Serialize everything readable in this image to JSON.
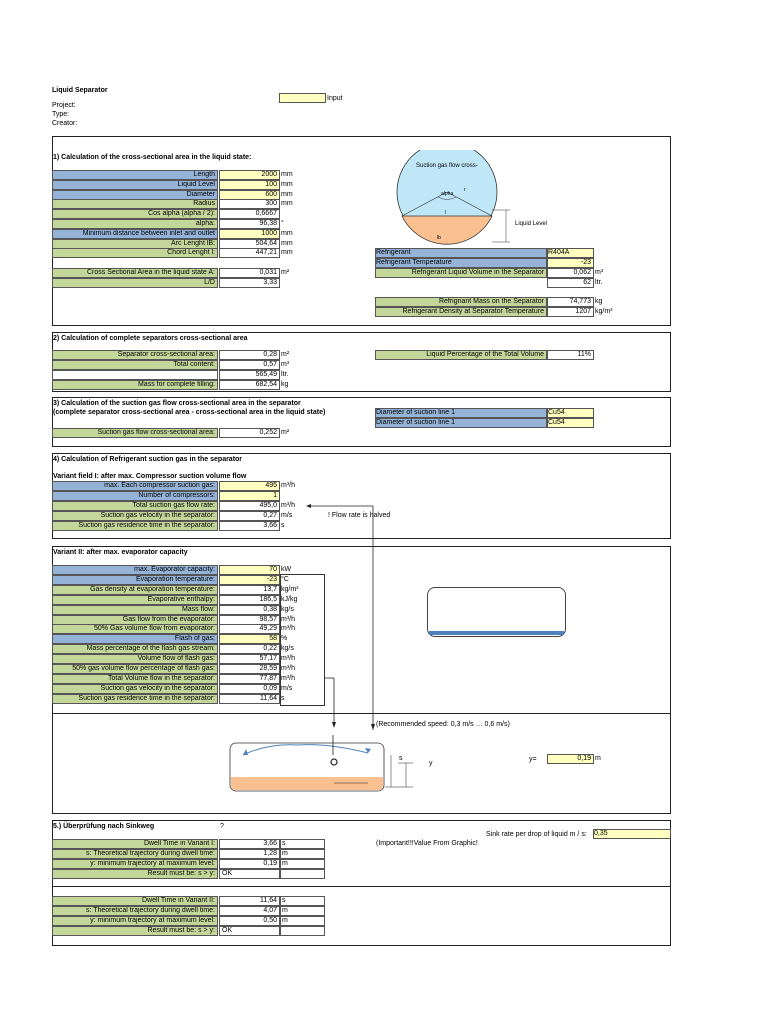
{
  "header": {
    "title": "Liquid Separator",
    "project": "Project:",
    "type": "Type:",
    "creator": "Creator:",
    "input_legend": "Input"
  },
  "s1": {
    "title": "1) Calculation of the cross-sectional area in the liquid state:",
    "rows": [
      {
        "label": "Length",
        "value": "2000",
        "unit": "mm"
      },
      {
        "label": "Liquid Level",
        "value": "100",
        "unit": "mm"
      },
      {
        "label": "Diameter",
        "value": "600",
        "unit": "mm"
      },
      {
        "label": "Radius",
        "value": "300",
        "unit": "mm"
      },
      {
        "label": "Cos alpha (alpha / 2):",
        "value": "0,6667",
        "unit": ""
      },
      {
        "label": "alpha:",
        "value": "96,38",
        "unit": "°"
      },
      {
        "label": "Minimum distance between inlet and outlet",
        "value": "1000",
        "unit": "mm"
      },
      {
        "label": "Arc Lenght lB:",
        "value": "504,64",
        "unit": "mm"
      },
      {
        "label": "Chord Lenght l:",
        "value": "447,21",
        "unit": "mm"
      },
      {
        "label": "Cross Sectional Area in the liquid state A:",
        "value": "0,031",
        "unit": "m²"
      },
      {
        "label": "L/D",
        "value": "3,33",
        "unit": ""
      }
    ],
    "diagram_title": "Suction gas flow cross-",
    "diagram_alpha": "alpha",
    "diagram_r": "r",
    "diagram_l": "l",
    "diagram_lb": "lb",
    "diagram_level": "Liquid Level",
    "refrigerant_label": "Refrigerant",
    "refrigerant_value": "R404A",
    "temp_label": "Refrigerant Temperature",
    "temp_value": "-23",
    "liq_vol_label": "Refrigerant Liquid Volume in the Separator",
    "liq_vol_m3": "0,062",
    "liq_vol_m3_unit": "m³",
    "liq_vol_ltr": "62",
    "liq_vol_ltr_unit": "ltr.",
    "mass_label": "Refrignant Mass on the Separator",
    "mass_value": "74,773",
    "mass_unit": "kg",
    "density_label": "Refrigerant Density at Separator Temperature",
    "density_value": "1207",
    "density_unit": "kg/m³"
  },
  "s2": {
    "title": "2) Calculation of complete separators cross-sectional area",
    "rows": [
      {
        "label": "Separator cross-sectional area:",
        "value": "0,28",
        "unit": "m²"
      },
      {
        "label": "Total content:",
        "value": "0,57",
        "unit": "m³"
      },
      {
        "label": "",
        "value": "565,49",
        "unit": "ltr."
      },
      {
        "label": "Mass for complete filling:",
        "value": "682,54",
        "unit": "kg"
      }
    ],
    "pct_label": "Liquid Percentage of the Total Volume",
    "pct_value": "11%"
  },
  "s3": {
    "title1": "3) Calculation of the suction gas flow cross-sectional area in the separator",
    "title2": "(complete separator cross-sectional area - cross-sectional area in the liquid state)",
    "row": {
      "label": "Suction gas flow cross-sectional area:",
      "value": "0,252",
      "unit": "m²"
    },
    "line1_label": "Diameter of suction line 1",
    "line1_value": "Cu54",
    "line2_label": "Diameter of suction line 1",
    "line2_value": "Cu54"
  },
  "s4": {
    "title": "4) Calculation of Refrigerant suction gas in the separator",
    "subtitle": "Variant field I: after max. Compressor suction volume flow",
    "rows": [
      {
        "label": "max. Each compressor suction gas:",
        "value": "495",
        "unit": "m³/h"
      },
      {
        "label": "Number of compressors:",
        "value": "1",
        "unit": ""
      },
      {
        "label": "Total suction gas flow rate:",
        "value": "495,0",
        "unit": "m³/h"
      },
      {
        "label": "Suction gas velocity in the separator:",
        "value": "0,27",
        "unit": "m/s"
      },
      {
        "label": "Suction gas residence time in the separator:",
        "value": "3,66",
        "unit": "s"
      }
    ],
    "note": "! Flow rate is halved"
  },
  "s5": {
    "title": "Variant II: after max. evaporator capacity",
    "rows": [
      {
        "label": "max. Evaporator capacity:",
        "value": "70",
        "unit": "kW"
      },
      {
        "label": "Evaporation temperature:",
        "value": "-23",
        "unit": "°C"
      },
      {
        "label": "Gas density at evaporation temperature:",
        "value": "13,7",
        "unit": "kg/m³"
      },
      {
        "label": "Evaporative enthalpy:",
        "value": "186,5",
        "unit": "kJ/kg"
      },
      {
        "label": "Mass flow:",
        "value": "0,38",
        "unit": "kg/s"
      },
      {
        "label": "Gas flow from the evaporator:",
        "value": "98,57",
        "unit": "m³/h"
      },
      {
        "label": "50% Gas volume flow from evaporator:",
        "value": "49,29",
        "unit": "m³/h"
      },
      {
        "label": "Flash of gas:",
        "value": "58",
        "unit": "%"
      },
      {
        "label": "Mass percentage of the flash gas stream:",
        "value": "0,22",
        "unit": "kg/s"
      },
      {
        "label": "Volume flow of flash gas:",
        "value": "57,17",
        "unit": "m³/h"
      },
      {
        "label": "50% gas volume flow percentage of flash gas:",
        "value": "28,59",
        "unit": "m³/h"
      },
      {
        "label": "Total Volume flow in the separator:",
        "value": "77,87",
        "unit": "m³/h"
      },
      {
        "label": "Suction gas velocity in the separator:",
        "value": "0,09",
        "unit": "m/s"
      },
      {
        "label": "Suction gas residence time in the separator:",
        "value": "11,64",
        "unit": "s"
      }
    ],
    "recommended": "(Recommended speed: 0,3 m/s … 0,6 m/s)",
    "s_label": "s",
    "y_label": "y",
    "y_eq": "y=",
    "y_value": "0,19",
    "y_unit": "m"
  },
  "s6": {
    "title": "5.) Überprüfung nach Sinkweg",
    "q": "?",
    "sink_label": "Sink rate per drop of liquid m / s:",
    "sink_value": "0,35",
    "important": "(Important!!!Value From Graphic!",
    "v1": [
      {
        "label": "Dwell Time in Variant I:",
        "value": "3,66",
        "unit": "s"
      },
      {
        "label": "s: Theoretical trajectory during dwell time:",
        "value": "1,28",
        "unit": "m"
      },
      {
        "label": "y: minimum trajectory at maximum level:",
        "value": "0,19",
        "unit": "m"
      },
      {
        "label": "Result must be: s > y:",
        "value": "OK",
        "unit": ""
      }
    ],
    "v2": [
      {
        "label": "Dwell Time in Variant II:",
        "value": "11,64",
        "unit": "s"
      },
      {
        "label": "s: Theoretical trajectory during dwell time:",
        "value": "4,07",
        "unit": "m"
      },
      {
        "label": "y: minimum trajectory at maximum level:",
        "value": "0,50",
        "unit": "m"
      },
      {
        "label": "Result must be: s > y:",
        "value": "OK",
        "unit": ""
      }
    ]
  },
  "colors": {
    "green": "#c4d79b",
    "blue": "#95b3d7",
    "input": "#ffffc0",
    "liquid": "#fac090"
  }
}
